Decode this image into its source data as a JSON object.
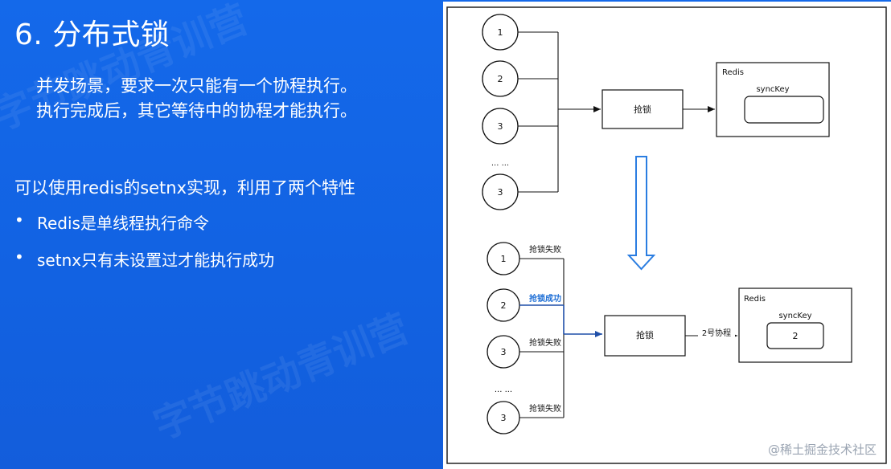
{
  "slide": {
    "title": "6. 分布式锁",
    "paragraph": [
      "并发场景，要求一次只能有一个协程执行。",
      "执行完成后，其它等待中的协程才能执行。"
    ],
    "section_heading": "可以使用redis的setnx实现，利用了两个特性",
    "bullets": [
      "Redis是单线程执行命令",
      "setnx只有未设置过才能执行成功"
    ],
    "watermark_text": "字节跳动青训营"
  },
  "diagram": {
    "top": {
      "nodes": [
        "1",
        "2",
        "3",
        "3"
      ],
      "ellipsis": "... ...",
      "lock_box": "抢锁",
      "redis_label": "Redis",
      "key_label": "syncKey"
    },
    "bottom": {
      "nodes": [
        "1",
        "2",
        "3",
        "3"
      ],
      "ellipsis": "... ...",
      "edge_labels": [
        "抢锁失败",
        "抢锁成功",
        "抢锁失败",
        "抢锁失败"
      ],
      "lock_box": "抢锁",
      "arrow_label": "2号协程",
      "redis_label": "Redis",
      "key_label": "syncKey",
      "key_value": "2"
    },
    "colors": {
      "success": "#1f6fd6",
      "down_arrow": "#2a7de1"
    }
  },
  "credit": "@稀土掘金技术社区"
}
